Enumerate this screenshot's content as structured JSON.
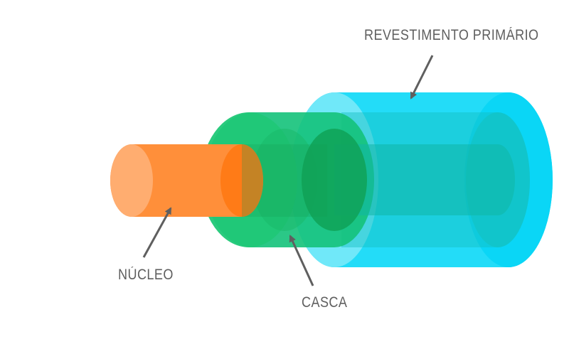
{
  "diagram": {
    "labels": {
      "coating": "REVESTIMENTO PRIMÁRIO",
      "cladding": "CASCA",
      "core": "NÚCLEO"
    },
    "colors": {
      "coating": "#13d8f5",
      "cladding": "#1fc77d",
      "core": "#ff8a34",
      "label_text": "#5f5f5f",
      "arrow": "#5f5f5f"
    }
  }
}
